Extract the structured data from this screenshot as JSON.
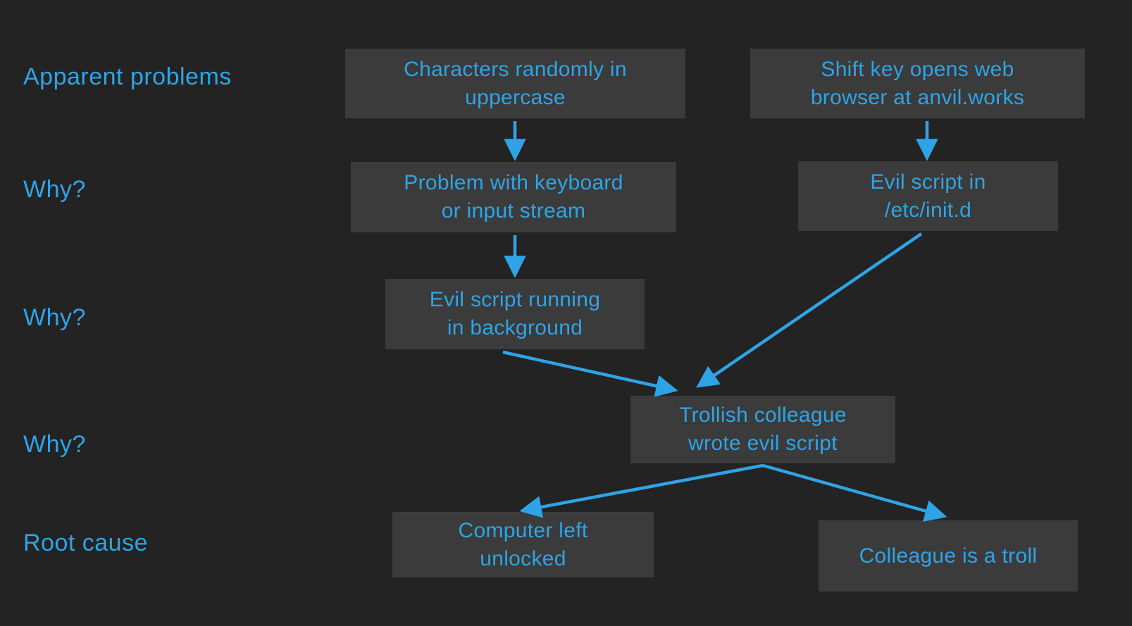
{
  "colors": {
    "background": "#232323",
    "node_fill": "#3b3b3b",
    "accent": "#2ea4e6"
  },
  "row_labels": [
    {
      "id": "apparent-problems",
      "text": "Apparent problems"
    },
    {
      "id": "why-1",
      "text": "Why?"
    },
    {
      "id": "why-2",
      "text": "Why?"
    },
    {
      "id": "why-3",
      "text": "Why?"
    },
    {
      "id": "root-cause",
      "text": "Root cause"
    }
  ],
  "nodes": [
    {
      "id": "characters-uppercase",
      "lines": [
        "Characters randomly in",
        "uppercase"
      ]
    },
    {
      "id": "shift-key-browser",
      "lines": [
        "Shift key opens web",
        "browser at anvil.works"
      ]
    },
    {
      "id": "keyboard-input-problem",
      "lines": [
        "Problem with keyboard",
        "or input stream"
      ]
    },
    {
      "id": "evil-script-etc-initd",
      "lines": [
        "Evil script in",
        "/etc/init.d"
      ]
    },
    {
      "id": "evil-script-background",
      "lines": [
        "Evil script running",
        "in background"
      ]
    },
    {
      "id": "trollish-colleague",
      "lines": [
        "Trollish colleague",
        "wrote evil script"
      ]
    },
    {
      "id": "computer-unlocked",
      "lines": [
        "Computer left",
        "unlocked"
      ]
    },
    {
      "id": "colleague-troll",
      "lines": [
        "Colleague is a troll"
      ]
    }
  ],
  "edges": [
    {
      "from": "characters-uppercase",
      "to": "keyboard-input-problem"
    },
    {
      "from": "shift-key-browser",
      "to": "evil-script-etc-initd"
    },
    {
      "from": "keyboard-input-problem",
      "to": "evil-script-background"
    },
    {
      "from": "evil-script-background",
      "to": "trollish-colleague"
    },
    {
      "from": "evil-script-etc-initd",
      "to": "trollish-colleague"
    },
    {
      "from": "trollish-colleague",
      "to": "computer-unlocked"
    },
    {
      "from": "trollish-colleague",
      "to": "colleague-troll"
    }
  ]
}
